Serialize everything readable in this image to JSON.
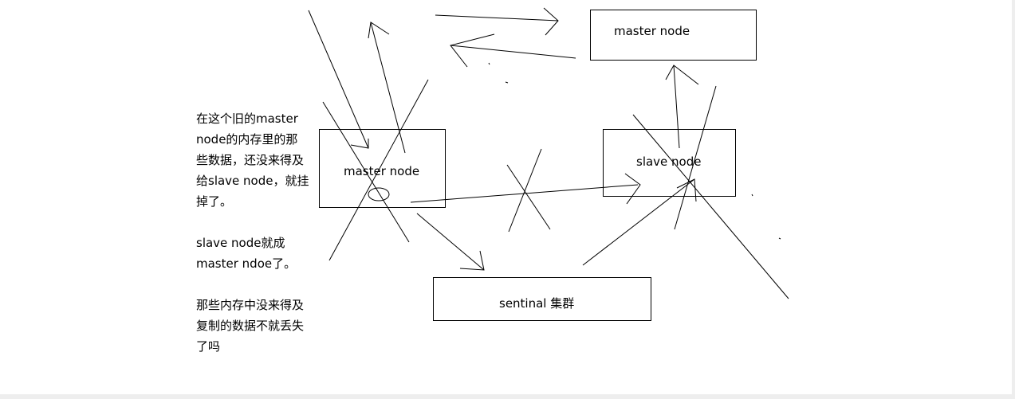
{
  "boxes": {
    "top_master": "master node",
    "old_master": "master node",
    "slave": "slave node",
    "sentinel": "sentinal 集群"
  },
  "note": {
    "paragraph1": [
      "在这个旧的master",
      "node的内存里的那",
      "些数据，还没来得及",
      "给slave node，就挂",
      "掉了。"
    ],
    "paragraph2": [
      "slave node就成",
      "master ndoe了。"
    ],
    "paragraph3": [
      "那些内存中没来得及",
      "复制的数据不就丢失",
      "了吗"
    ]
  },
  "colors": {
    "ink": "#000000",
    "background": "#ffffff",
    "edge": "#eeeeee"
  }
}
